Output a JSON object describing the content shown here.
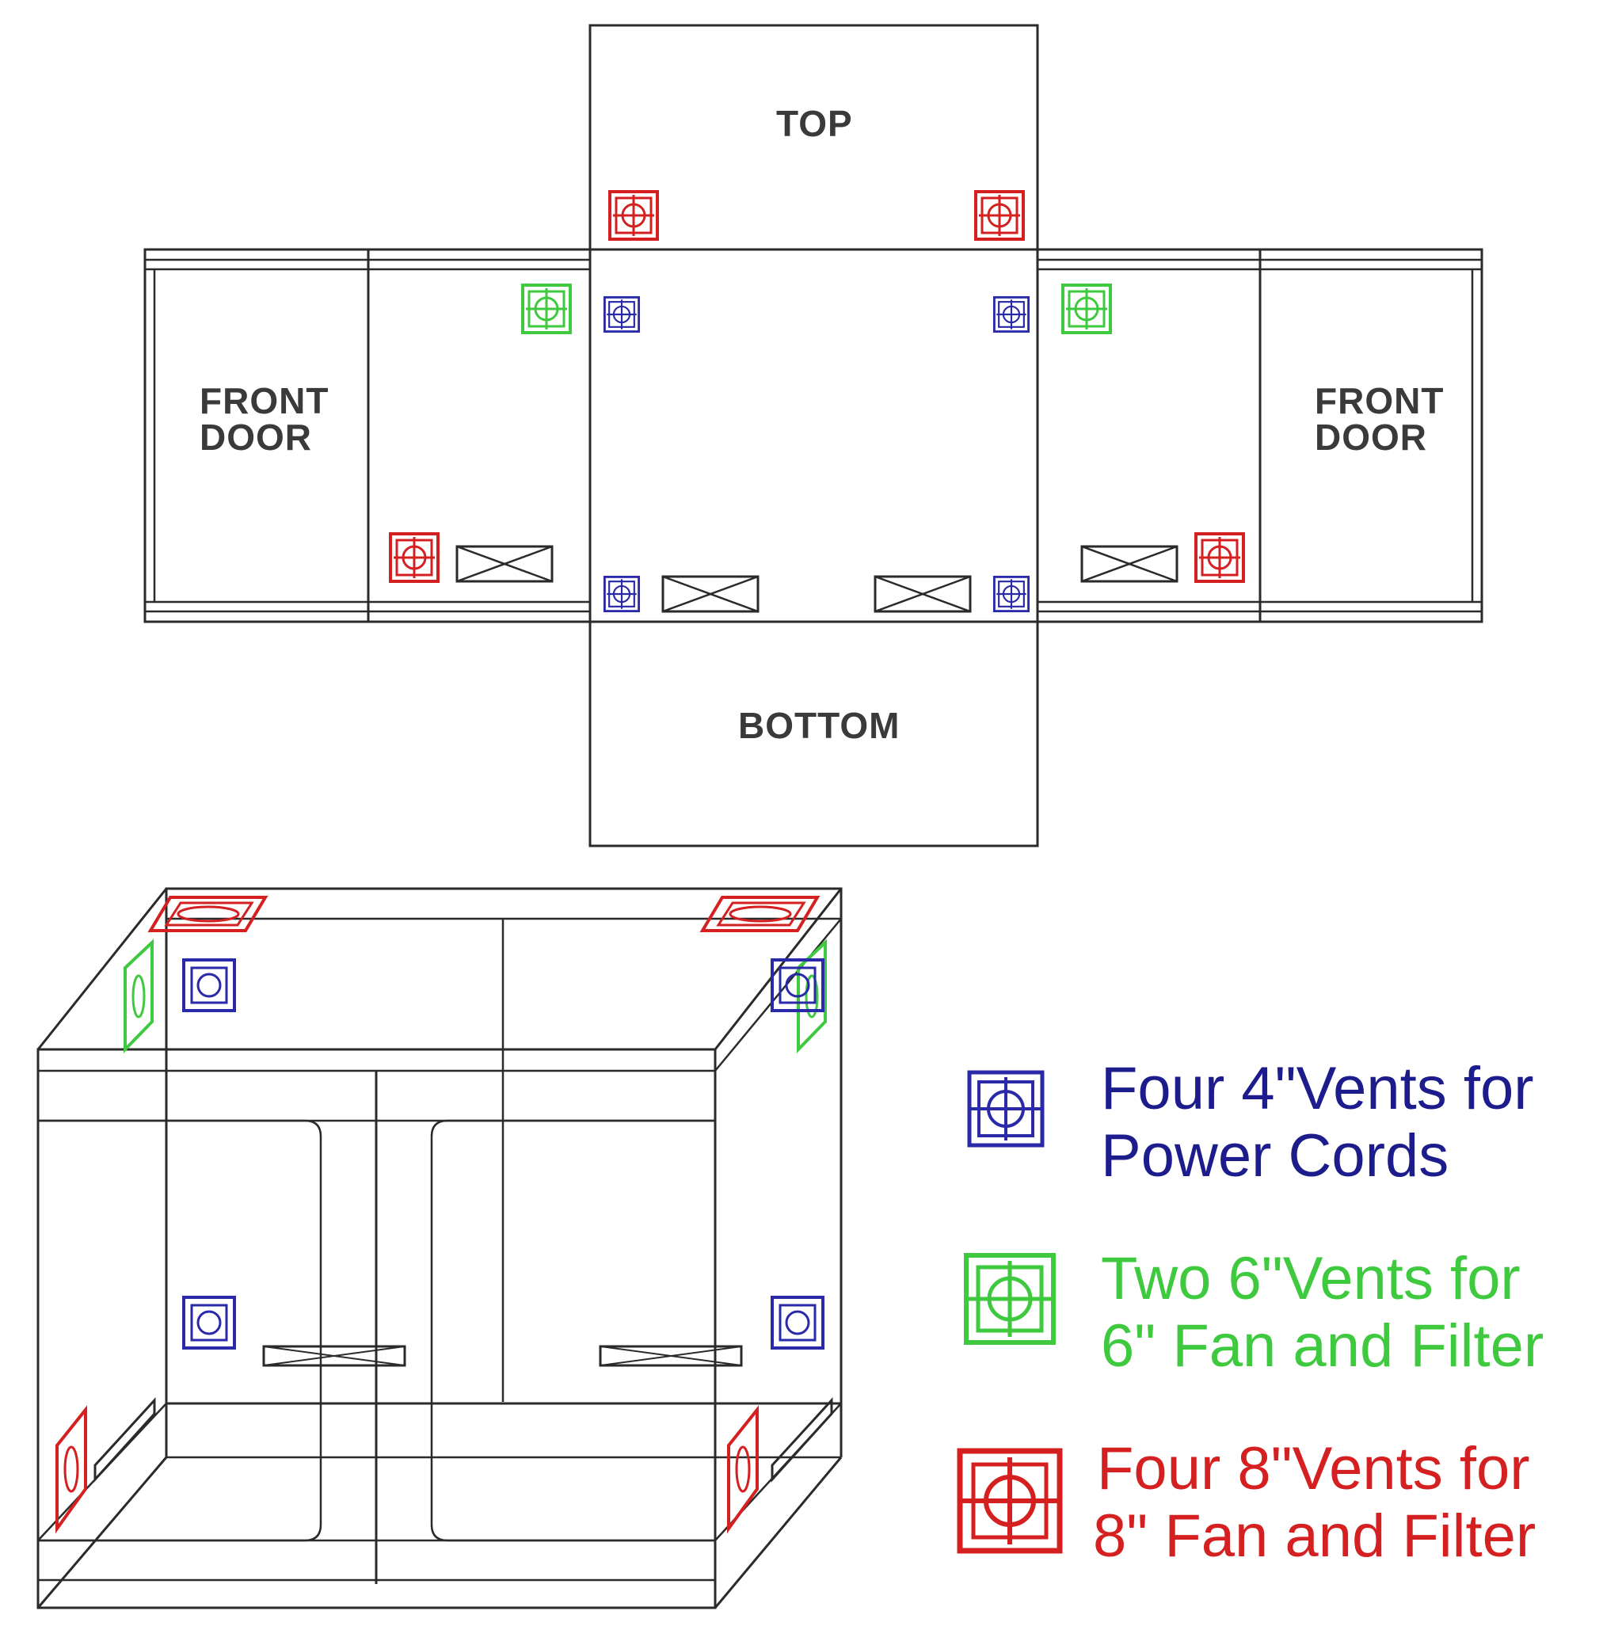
{
  "net": {
    "top_label": "TOP",
    "bottom_label": "BOTTOM",
    "front_door_left_line1": "FRONT",
    "front_door_left_line2": "DOOR",
    "front_door_right_line1": "FRONT",
    "front_door_right_line2": "DOOR"
  },
  "legend": {
    "items": [
      {
        "line1": "Four 4\"Vents for",
        "line2": "Power Cords",
        "color": "#1c1c8c",
        "icon": "vent-4in-icon"
      },
      {
        "line1": "Two 6\"Vents for",
        "line2": "6\" Fan and Filter",
        "color": "#3ec93e",
        "icon": "vent-6in-icon"
      },
      {
        "line1": "Four 8\"Vents for",
        "line2": "8\" Fan and Filter",
        "color": "#d42020",
        "icon": "vent-8in-icon"
      }
    ]
  },
  "colors": {
    "line": "#2a2a2a",
    "blue": "#2a2aa8",
    "green": "#3ec93e",
    "red": "#d42020"
  }
}
